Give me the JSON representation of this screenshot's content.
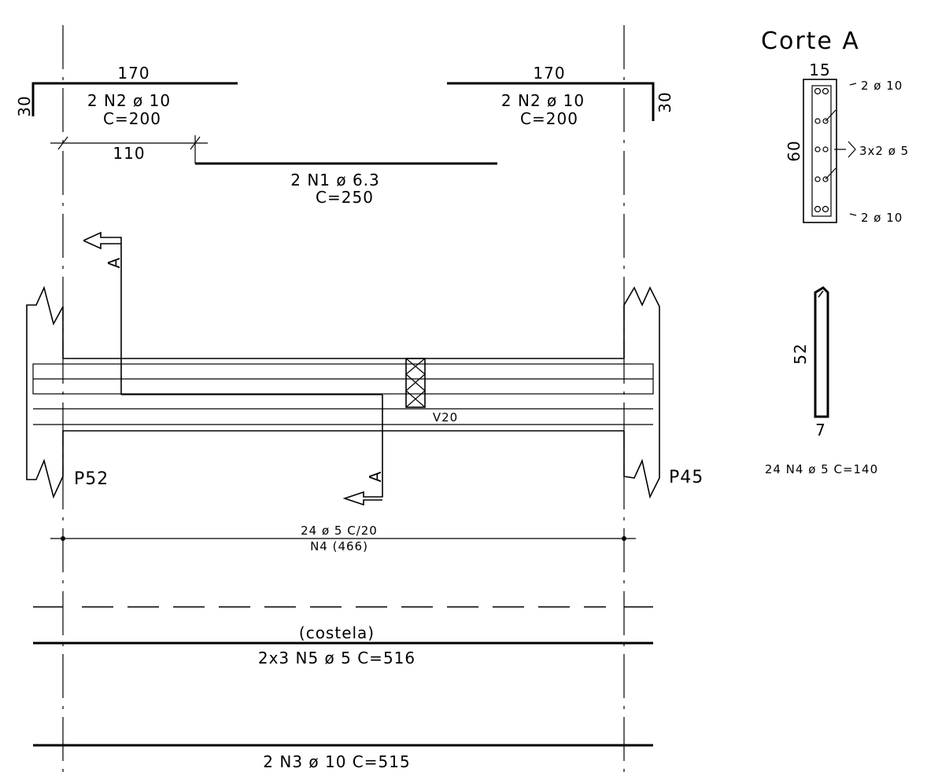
{
  "section_title": "Corte A",
  "bars": {
    "n2_left": {
      "length": "170",
      "hook": "30",
      "spec": "2 N2 ø 10",
      "cut_length": "C=200"
    },
    "n2_right": {
      "length": "170",
      "hook": "30",
      "spec": "2 N2 ø 10",
      "cut_length": "C=200"
    },
    "n1": {
      "offset": "110",
      "spec": "2 N1 ø 6.3",
      "cut_length": "C=250"
    },
    "n5": {
      "note": "(costela)",
      "spec": "2x3 N5 ø 5 C=516"
    },
    "n3": {
      "spec": "2 N3 ø 10 C=515"
    }
  },
  "section_marks": {
    "top": "A",
    "bottom": "A"
  },
  "beam": {
    "name": "V20"
  },
  "pillars": {
    "left": "P52",
    "right": "P45"
  },
  "stirrups": {
    "distribution": "24 ø 5 C/20",
    "position": "N4 (466)",
    "stirrup_height": "52",
    "stirrup_width": "7",
    "spec": "24 N4 ø 5 C=140"
  },
  "cross_section": {
    "width": "15",
    "height": "60",
    "top_bars": "2 ø 10",
    "side_bars": "3x2 ø 5",
    "bottom_bars": "2 ø 10"
  }
}
